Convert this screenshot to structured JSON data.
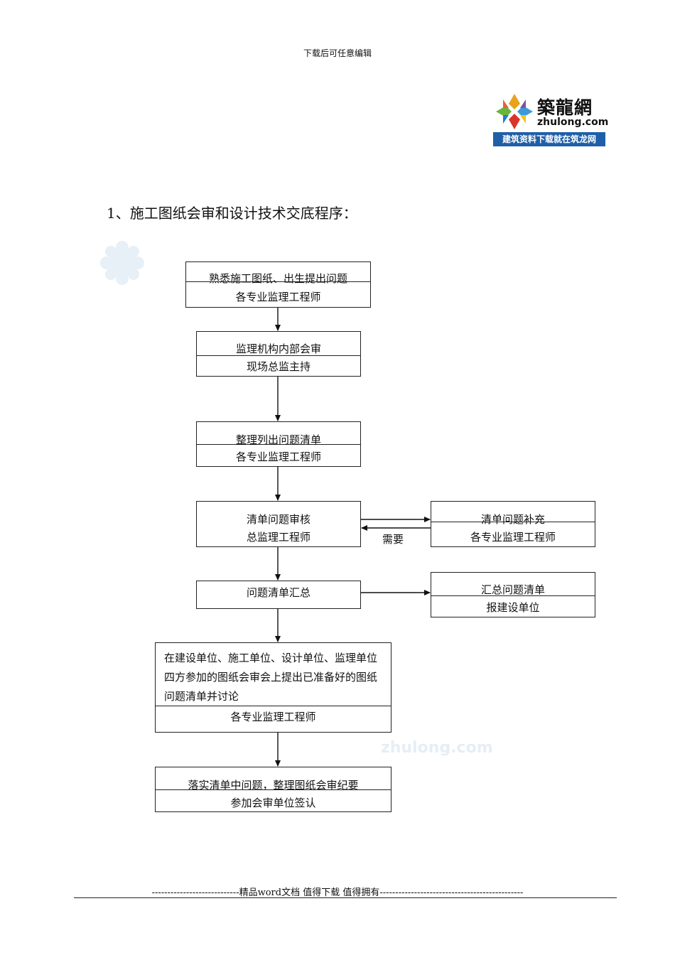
{
  "header_note": "下载后可任意编辑",
  "logo": {
    "name": "築龍網",
    "domain": "zhulong.com",
    "slogan": "建筑资料下载就在筑龙网"
  },
  "section_title": "1、施工图纸会审和设计技术交底程序：",
  "flow": {
    "step1": {
      "line1": "熟悉施工图纸、出生提出问题",
      "line2": "各专业监理工程师"
    },
    "step2": {
      "line1": "监理机构内部会审",
      "line2": "现场总监主持"
    },
    "step3": {
      "line1": "整理列出问题清单",
      "line2": "各专业监理工程师"
    },
    "step4": {
      "line1": "清单问题审核",
      "line2": "总监理工程师"
    },
    "side1": {
      "line1": "清单问题补充",
      "line2": "各专业监理工程师"
    },
    "need_label": "需要",
    "step5": {
      "line1": "问题清单汇总"
    },
    "side2": {
      "line1": "汇总问题清单",
      "line2": "报建设单位"
    },
    "step6": {
      "para": "在建设单位、施工单位、设计单位、监理单位四方参加的图纸会审会上提出已准备好的图纸问题清单并讨论",
      "line2": "各专业监理工程师"
    },
    "step7": {
      "line1": "落实清单中问题，整理图纸会审纪要",
      "line2": "参加会审单位签认"
    }
  },
  "watermark": "zhulong.com",
  "footer": "----------------------------精品word文档 值得下载 值得拥有----------------------------------------------"
}
